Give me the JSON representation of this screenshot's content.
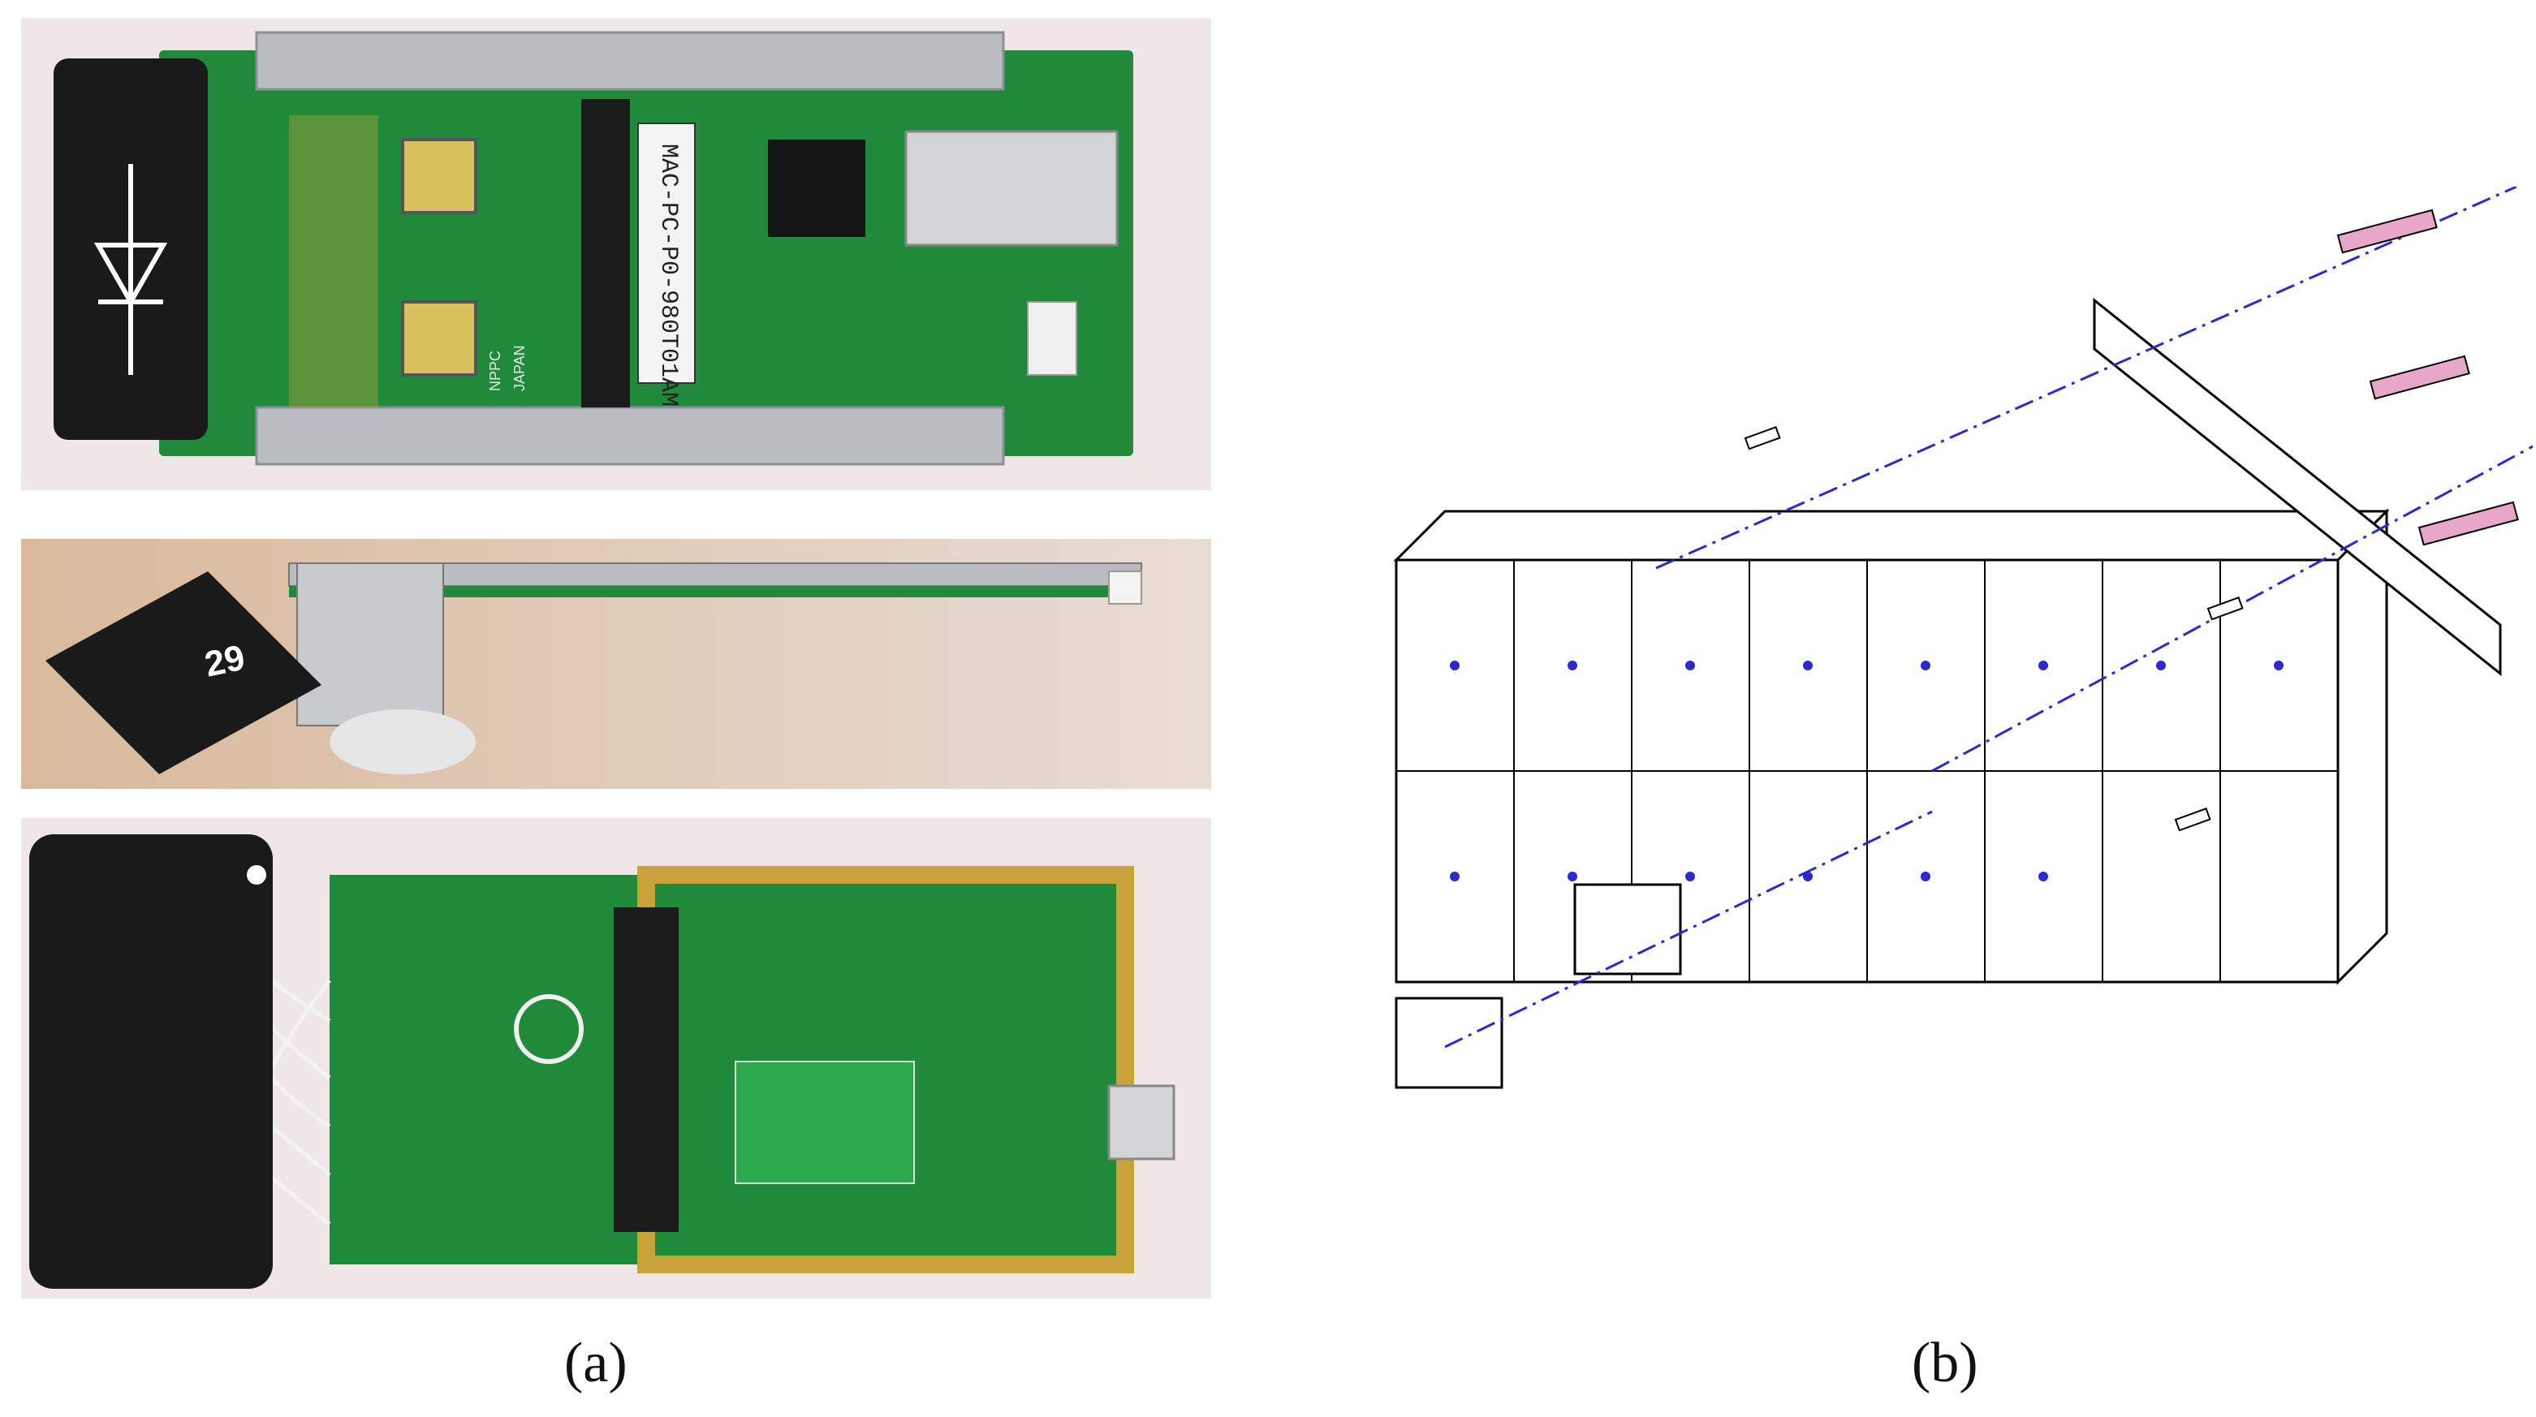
{
  "panel_a": {
    "label": "(a)",
    "top_photo": {
      "diode_symbol": "diode-symbol-icon",
      "board_text": [
        "MAC-PC-P0-980T01AM",
        "NPPC",
        "JAPAN"
      ]
    },
    "middle_photo": {
      "module_number": "29"
    }
  },
  "panel_b": {
    "label": "(b)"
  },
  "colors": {
    "pcb_green": "#1f8a3a",
    "module_black": "#1a1a1a",
    "metal": "#b9bcc0",
    "drawing_line": "#000000",
    "drawing_accent": "#2a2ad0",
    "bolt_pink": "#e8a6c8"
  }
}
